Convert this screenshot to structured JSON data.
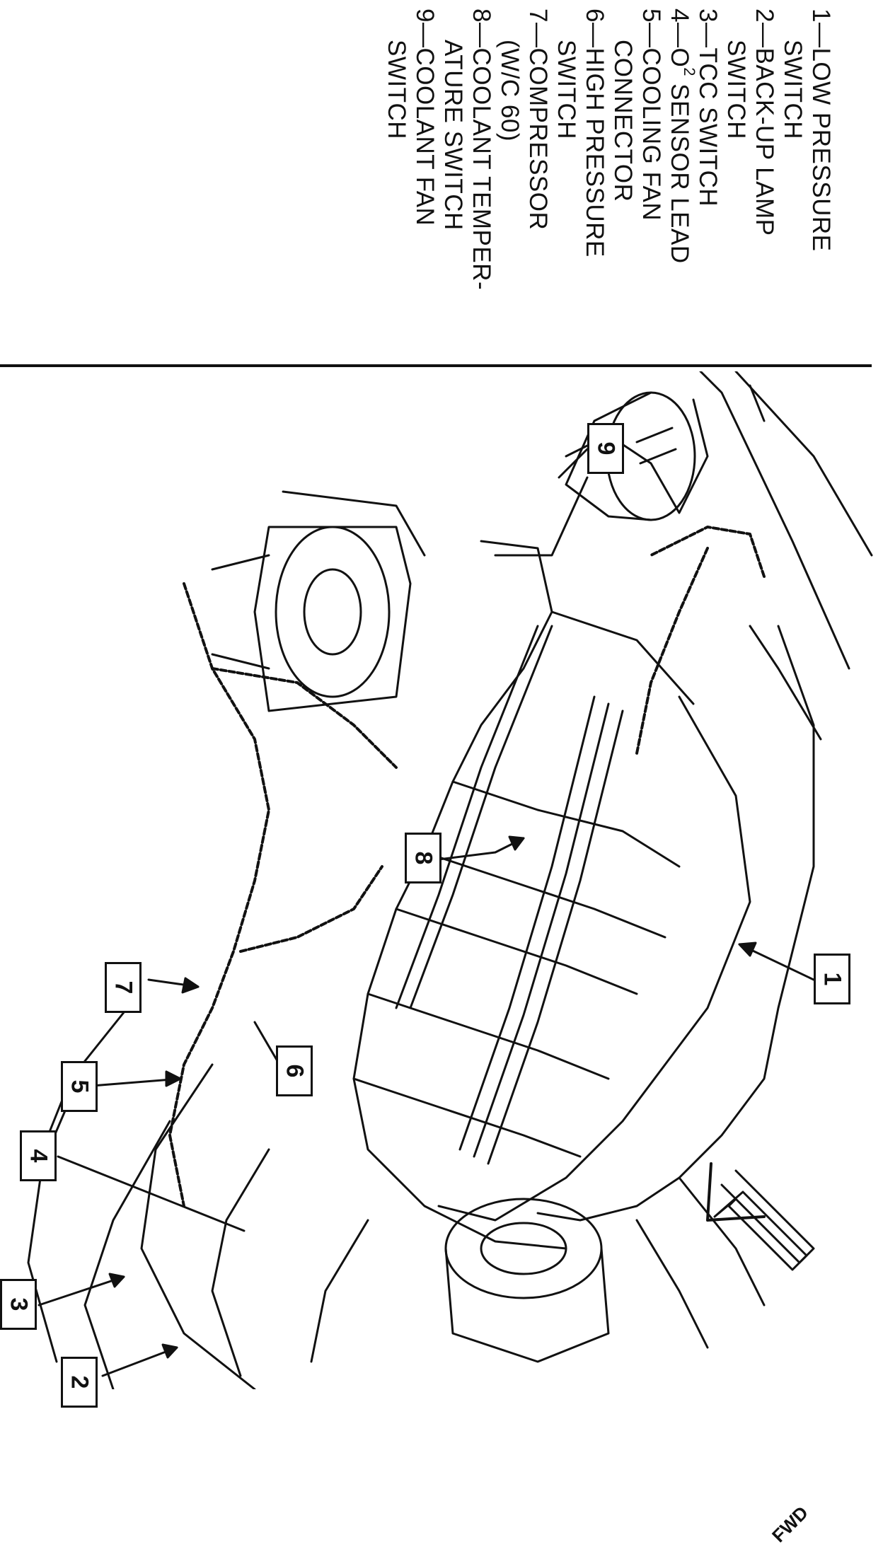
{
  "legend": {
    "items": [
      {
        "lines": [
          "1—LOW PRESSURE",
          "SWITCH"
        ]
      },
      {
        "lines": [
          "2—BACK-UP LAMP",
          "SWITCH"
        ]
      },
      {
        "lines": [
          "3—TCC SWITCH"
        ]
      },
      {
        "prefix": "4—O",
        "sup": "2",
        "suffix": " SENSOR LEAD"
      },
      {
        "lines": [
          "5—COOLING FAN",
          "CONNECTOR"
        ]
      },
      {
        "lines": [
          "6—HIGH PRESSURE",
          "SWITCH"
        ]
      },
      {
        "lines": [
          "7—COMPRESSOR",
          "(W/C 60)"
        ]
      },
      {
        "lines": [
          "8—COOLANT TEMPER-",
          "ATURE SWITCH"
        ]
      },
      {
        "lines": [
          "9—COOLANT FAN",
          "SWITCH"
        ]
      }
    ]
  },
  "callouts": [
    "1",
    "2",
    "3",
    "4",
    "5",
    "6",
    "7",
    "8",
    "9"
  ],
  "direction": {
    "label": "FWD"
  }
}
